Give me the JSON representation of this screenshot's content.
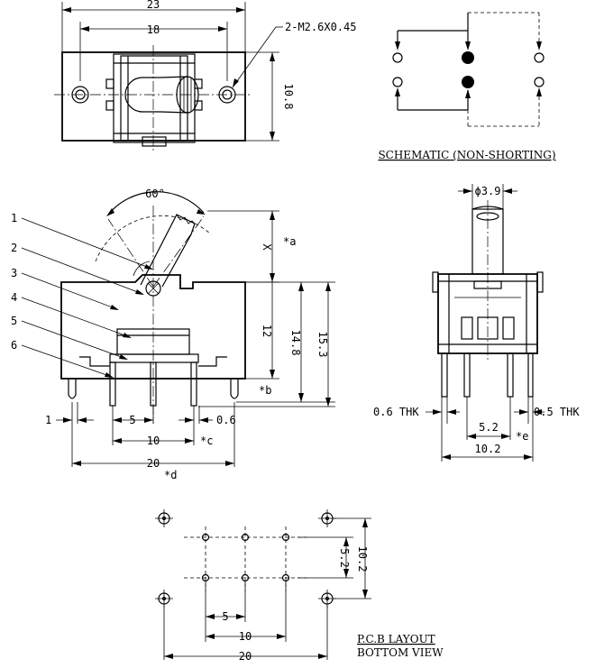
{
  "top_view": {
    "dim_overall": "23",
    "dim_holes": "18",
    "dim_height": "10.8",
    "screw_note": "2-M2.6X0.45"
  },
  "schematic": {
    "caption": "SCHEMATIC (NON-SHORTING)"
  },
  "side_view": {
    "angle": "60°",
    "callouts": [
      "1",
      "2",
      "3",
      "4",
      "5",
      "6"
    ],
    "dim_x": "X",
    "note_a": "*a",
    "dim_12": "12",
    "dim_14_8": "14.8",
    "dim_15_3": "15.3",
    "note_b": "*b",
    "dim_1": "1",
    "dim_5": "5",
    "dim_0_6": "0.6",
    "dim_10": "10",
    "note_c": "*c",
    "dim_20": "20",
    "note_d": "*d"
  },
  "end_view": {
    "dim_dia": "ϕ3.9",
    "thk_left": "0.6 THK",
    "thk_right": "0.5 THK",
    "dim_5_2": "5.2",
    "note_e": "*e",
    "dim_10_2": "10.2"
  },
  "pcb": {
    "dim_5_2": "5.2",
    "dim_10_2": "10.2",
    "dim_5": "5",
    "dim_10": "10",
    "dim_20": "20",
    "caption_1": "P.C.B LAYOUT",
    "caption_2": "BOTTOM VIEW"
  }
}
